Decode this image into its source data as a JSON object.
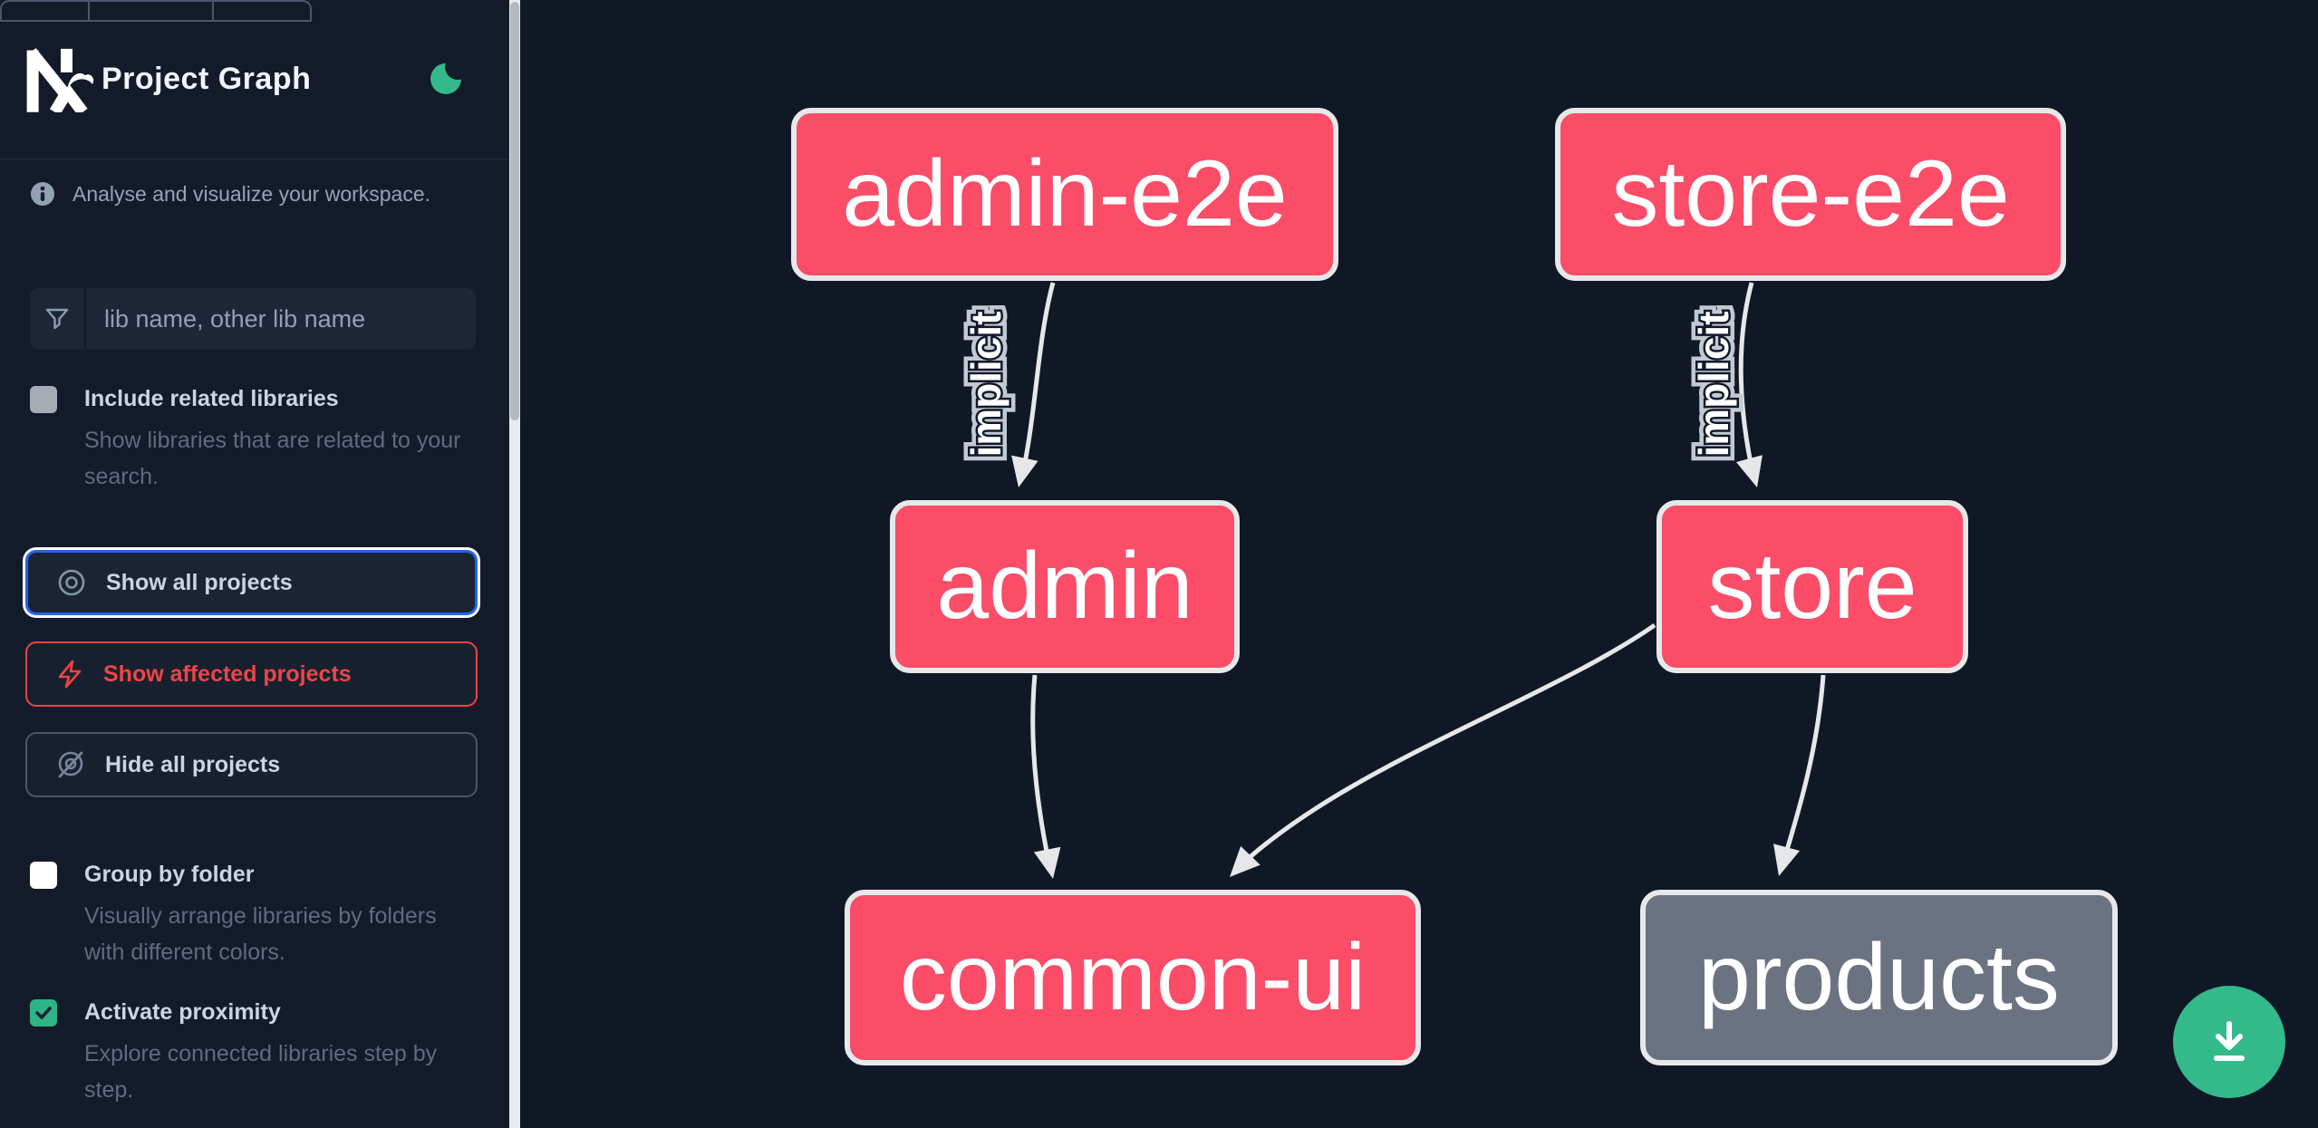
{
  "header": {
    "title": "Project Graph"
  },
  "sidebar": {
    "info_text": "Analyse and visualize your workspace.",
    "search_placeholder": "lib name, other lib name",
    "toggles": [
      {
        "label": "Include related libraries",
        "description": "Show libraries that are related to your search.",
        "checked": false
      },
      {
        "label": "Group by folder",
        "description": "Visually arrange libraries by folders with different colors.",
        "checked": false
      },
      {
        "label": "Activate proximity",
        "description": "Explore connected libraries step by step.",
        "checked": true
      }
    ],
    "actions": [
      {
        "label": "Show all projects"
      },
      {
        "label": "Show affected projects"
      },
      {
        "label": "Hide all projects"
      }
    ]
  },
  "graph": {
    "nodes": [
      {
        "id": "admin-e2e",
        "label": "admin-e2e",
        "type": "affected"
      },
      {
        "id": "store-e2e",
        "label": "store-e2e",
        "type": "affected"
      },
      {
        "id": "admin",
        "label": "admin",
        "type": "affected"
      },
      {
        "id": "store",
        "label": "store",
        "type": "affected"
      },
      {
        "id": "common-ui",
        "label": "common-ui",
        "type": "affected"
      },
      {
        "id": "products",
        "label": "products",
        "type": "normal"
      }
    ],
    "edges": [
      {
        "from": "admin-e2e",
        "to": "admin",
        "label": "implicit"
      },
      {
        "from": "store-e2e",
        "to": "store",
        "label": "implicit"
      },
      {
        "from": "admin",
        "to": "common-ui",
        "label": ""
      },
      {
        "from": "store",
        "to": "common-ui",
        "label": ""
      },
      {
        "from": "store",
        "to": "products",
        "label": ""
      }
    ],
    "colors": {
      "affected": "#fb4c68",
      "normal": "#6b7382",
      "edge": "#e6e7e9",
      "accent_green": "#34b98b",
      "accent_blue": "#2563eb",
      "accent_red": "#ef4444"
    }
  }
}
